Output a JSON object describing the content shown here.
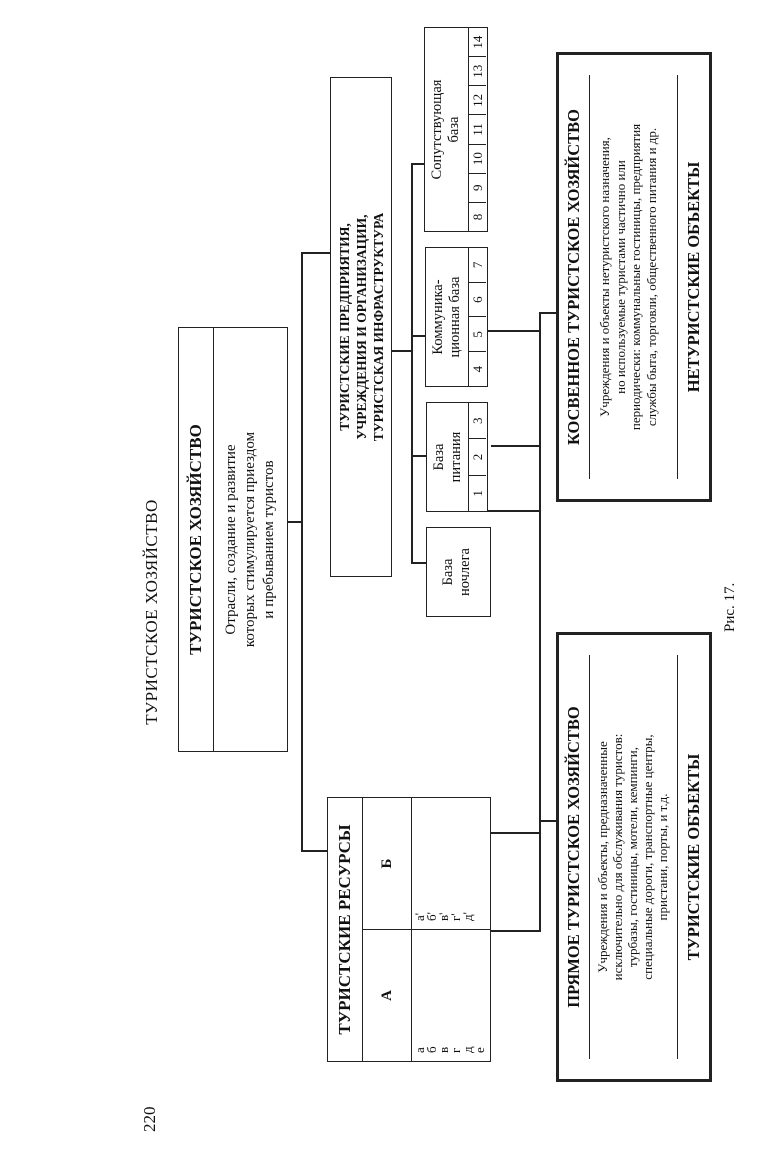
{
  "page_number": "220",
  "diagram_title": "ТУРИСТСКОЕ ХОЗЯЙСТВО",
  "caption": "Рис. 17.",
  "resources": {
    "title": "ТУРИСТСКИЕ РЕСУРСЫ",
    "col_a": "А",
    "col_b": "Б",
    "list_a": [
      "а",
      "б",
      "в",
      "г",
      "д",
      "е"
    ],
    "list_b": [
      "а'",
      "б'",
      "в'",
      "г'",
      "д'"
    ]
  },
  "economy": {
    "title": "ТУРИСТСКОЕ ХОЗЯЙСТВО",
    "text": [
      "Отрасли, создание и развитие",
      "которых стимулируется приездом",
      "и пребыванием туристов"
    ]
  },
  "enterprises": {
    "title": [
      "ТУРИСТСКИЕ ПРЕДПРИЯТИЯ,",
      "УЧРЕЖДЕНИЯ И ОРГАНИЗАЦИИ,",
      "ТУРИСТСКАЯ ИНФРАСТРУКТУРА"
    ]
  },
  "bases": {
    "lodging": {
      "label": [
        "База",
        "ночлега"
      ]
    },
    "food": {
      "label": [
        "База",
        "питания"
      ],
      "cells": [
        "1",
        "2",
        "3"
      ]
    },
    "communication": {
      "label": [
        "Коммуника-",
        "ционная база"
      ],
      "cells": [
        "4",
        "5",
        "6",
        "7"
      ]
    },
    "accompanying": {
      "label": [
        "Сопутствующая",
        "база"
      ],
      "cells": [
        "8",
        "9",
        "10",
        "11",
        "12",
        "13",
        "14"
      ]
    }
  },
  "direct": {
    "title": "ПРЯМОЕ ТУРИСТСКОЕ ХОЗЯЙСТВО",
    "text": [
      "Учреждения и объекты, предназначенные",
      "исключительно для обслуживания туристов:",
      "турбазы, гостиницы, мотели, кемпинги,",
      "специальные дороги, транспортные центры,",
      "пристани, порты, и т.д."
    ],
    "footer": "ТУРИСТСКИЕ ОБЪЕКТЫ"
  },
  "indirect": {
    "title": "КОСВЕННОЕ ТУРИСТСКОЕ ХОЗЯЙСТВО",
    "text": [
      "Учреждения и объекты нетуристского назначения,",
      "но используемые туристами частично или",
      "периодически: коммунальные гостиницы, предприятия",
      "службы быта, торговли, общественного питания и др."
    ],
    "footer": "НЕТУРИСТСКИЕ ОБЪЕКТЫ"
  }
}
